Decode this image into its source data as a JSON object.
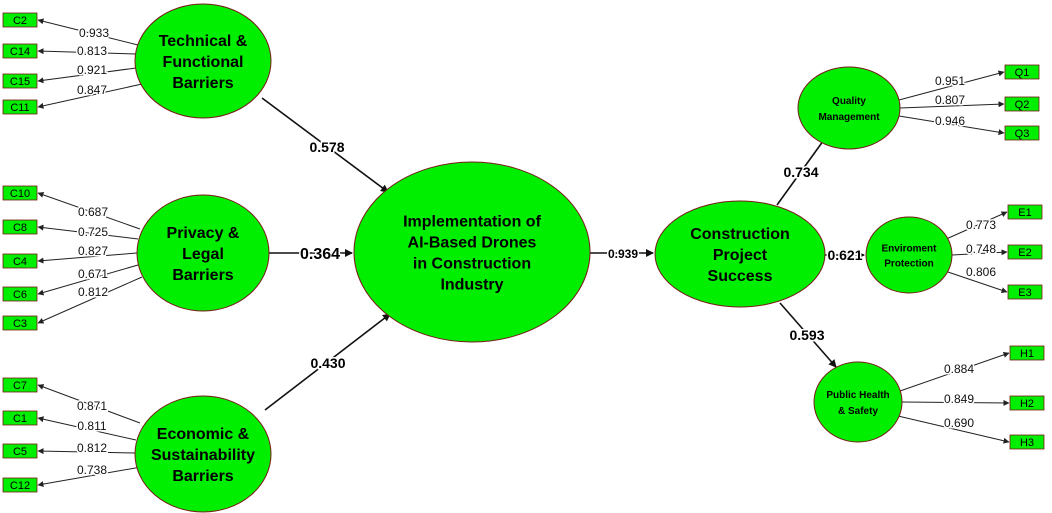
{
  "nodes": {
    "technical": {
      "lines": [
        "Technical &",
        "Functional",
        "Barriers"
      ]
    },
    "privacy": {
      "lines": [
        "Privacy &",
        "Legal",
        "Barriers"
      ]
    },
    "economic": {
      "lines": [
        "Economic &",
        "Sustainability",
        "Barriers"
      ]
    },
    "implementation": {
      "lines": [
        "Implementation of",
        "AI-Based Drones",
        "in Construction",
        "Industry"
      ]
    },
    "success": {
      "lines": [
        "Construction",
        "Project",
        "Success"
      ]
    },
    "quality": {
      "lines": [
        "Quality",
        "Management"
      ]
    },
    "environment": {
      "lines": [
        "Enviroment",
        "Protection"
      ]
    },
    "health": {
      "lines": [
        "Public Health",
        "& Safety"
      ]
    }
  },
  "indicators": {
    "technical": [
      {
        "label": "C2",
        "loading": "0.933"
      },
      {
        "label": "C14",
        "loading": "0.813"
      },
      {
        "label": "C15",
        "loading": "0.921"
      },
      {
        "label": "C11",
        "loading": "0.847"
      }
    ],
    "privacy": [
      {
        "label": "C10",
        "loading": "0.687"
      },
      {
        "label": "C8",
        "loading": "0.725"
      },
      {
        "label": "C4",
        "loading": "0.827"
      },
      {
        "label": "C6",
        "loading": "0.671"
      },
      {
        "label": "C3",
        "loading": "0.812"
      }
    ],
    "economic": [
      {
        "label": "C7",
        "loading": "0.871"
      },
      {
        "label": "C1",
        "loading": "0.811"
      },
      {
        "label": "C5",
        "loading": "0.812"
      },
      {
        "label": "C12",
        "loading": "0.738"
      }
    ],
    "quality": [
      {
        "label": "Q1",
        "loading": "0.951"
      },
      {
        "label": "Q2",
        "loading": "0.807"
      },
      {
        "label": "Q3",
        "loading": "0.946"
      }
    ],
    "environment": [
      {
        "label": "E1",
        "loading": "0.773"
      },
      {
        "label": "E2",
        "loading": "0.748"
      },
      {
        "label": "E3",
        "loading": "0.806"
      }
    ],
    "health": [
      {
        "label": "H1",
        "loading": "0.884"
      },
      {
        "label": "H2",
        "loading": "0.849"
      },
      {
        "label": "H3",
        "loading": "0.690"
      }
    ]
  },
  "paths": {
    "technical_to_implementation": "0.578",
    "privacy_to_implementation": "0.364",
    "economic_to_implementation": "0.430",
    "implementation_to_success": "0.939",
    "success_to_quality": "0.734",
    "success_to_environment": "0.621",
    "success_to_health": "0.593"
  },
  "colors": {
    "node_fill": "#00ee00",
    "node_stroke": "#7a1a1a"
  }
}
